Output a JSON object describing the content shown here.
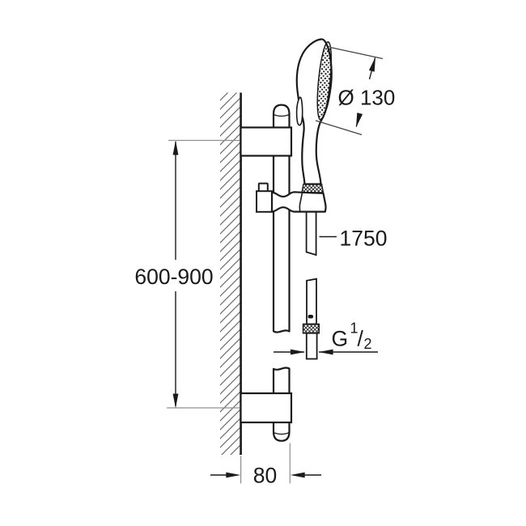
{
  "drawing": {
    "type": "technical-dimension-drawing",
    "subject": "shower rail set with hand shower and hose, side elevation",
    "dimensions": {
      "head_diameter": "Ø 130",
      "hose_length": "1750",
      "thread_g": "G",
      "thread_numerator": "1",
      "thread_slash": "/",
      "thread_denominator": "2",
      "rail_mounting_height": "600-900",
      "wall_offset": "80"
    },
    "colors": {
      "line": "#1a1a1a",
      "extension_line": "#8f8f8f",
      "hatch": "#6b6b6b",
      "background": "#ffffff"
    }
  }
}
